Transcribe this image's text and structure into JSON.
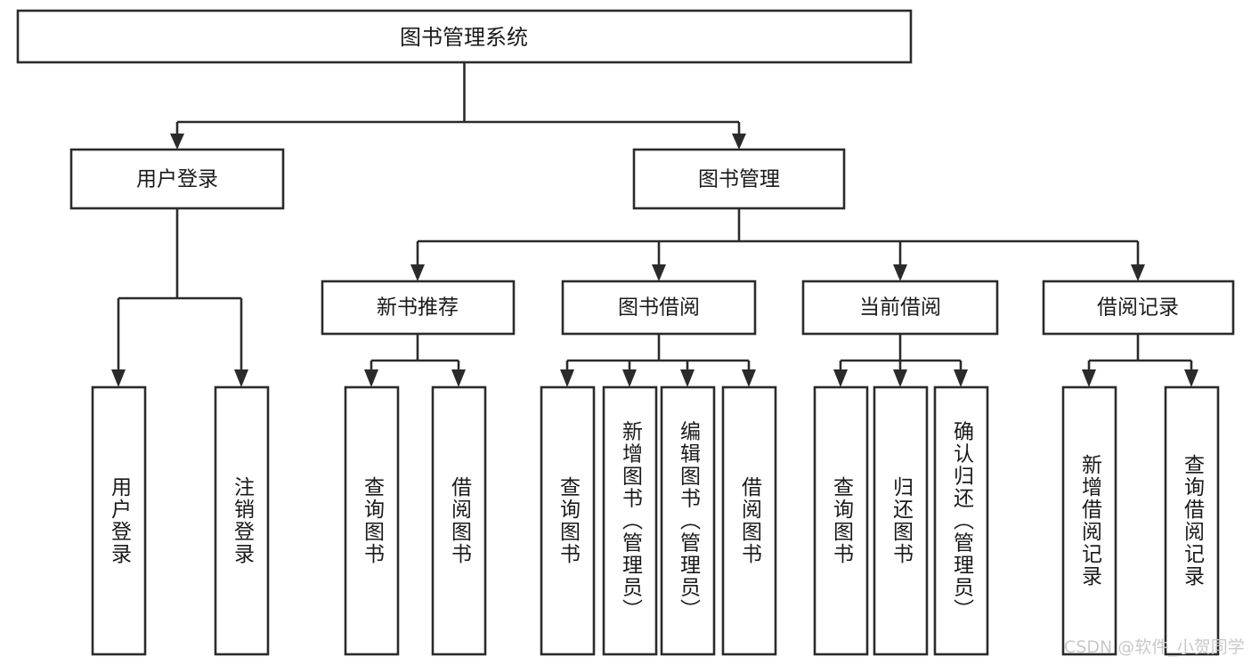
{
  "diagram": {
    "title": "图书管理系统",
    "type": "tree-hierarchy",
    "watermark": "CSDN @软件_小贺同学",
    "colors": {
      "stroke": "#2b2b2b",
      "box_fill": "#ffffff",
      "text": "#1a1a1a",
      "background": "#ffffff",
      "watermark": "#c9c9c9"
    },
    "root": {
      "label": "图书管理系统"
    },
    "level2": [
      {
        "label": "用户登录"
      },
      {
        "label": "图书管理"
      }
    ],
    "level3": [
      {
        "label": "新书推荐"
      },
      {
        "label": "图书借阅"
      },
      {
        "label": "当前借阅"
      },
      {
        "label": "借阅记录"
      }
    ],
    "leaves": {
      "user_login": [
        {
          "label": "用户登录"
        },
        {
          "label": "注销登录"
        }
      ],
      "new_book_recommend": [
        {
          "label": "查询图书"
        },
        {
          "label": "借阅图书"
        }
      ],
      "book_borrow": [
        {
          "label": "查询图书"
        },
        {
          "label": "新增图书（管理员）"
        },
        {
          "label": "编辑图书（管理员）"
        },
        {
          "label": "借阅图书"
        }
      ],
      "current_borrow": [
        {
          "label": "查询图书"
        },
        {
          "label": "归还图书"
        },
        {
          "label": "确认归还（管理员）"
        }
      ],
      "borrow_record": [
        {
          "label": "新增借阅记录"
        },
        {
          "label": "查询借阅记录"
        }
      ]
    }
  }
}
